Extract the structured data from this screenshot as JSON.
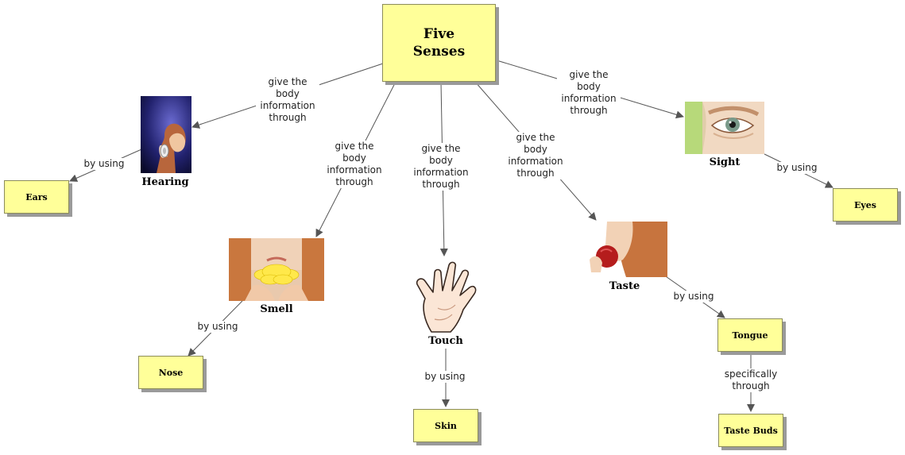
{
  "root": {
    "label": "Five\nSenses"
  },
  "senses": {
    "hearing": {
      "label": "Hearing",
      "picture": "woman-holding-ear-icon"
    },
    "sight": {
      "label": "Sight",
      "picture": "eye-icon"
    },
    "smell": {
      "label": "Smell",
      "picture": "smelling-flower-icon"
    },
    "touch": {
      "label": "Touch",
      "picture": "hand-icon"
    },
    "taste": {
      "label": "Taste",
      "picture": "eating-apple-icon"
    }
  },
  "organs": {
    "ears": "Ears",
    "eyes": "Eyes",
    "nose": "Nose",
    "skin": "Skin",
    "tongue": "Tongue",
    "taste_buds": "Taste Buds"
  },
  "links": {
    "gives": "give the body\ninformation\nthrough",
    "by_using": "by using",
    "specifically": "specifically\nthrough"
  },
  "colors": {
    "node_fill": "#ffff99",
    "node_border": "#8c8c5a",
    "shadow": "#9a9a9a",
    "line": "#555555"
  }
}
